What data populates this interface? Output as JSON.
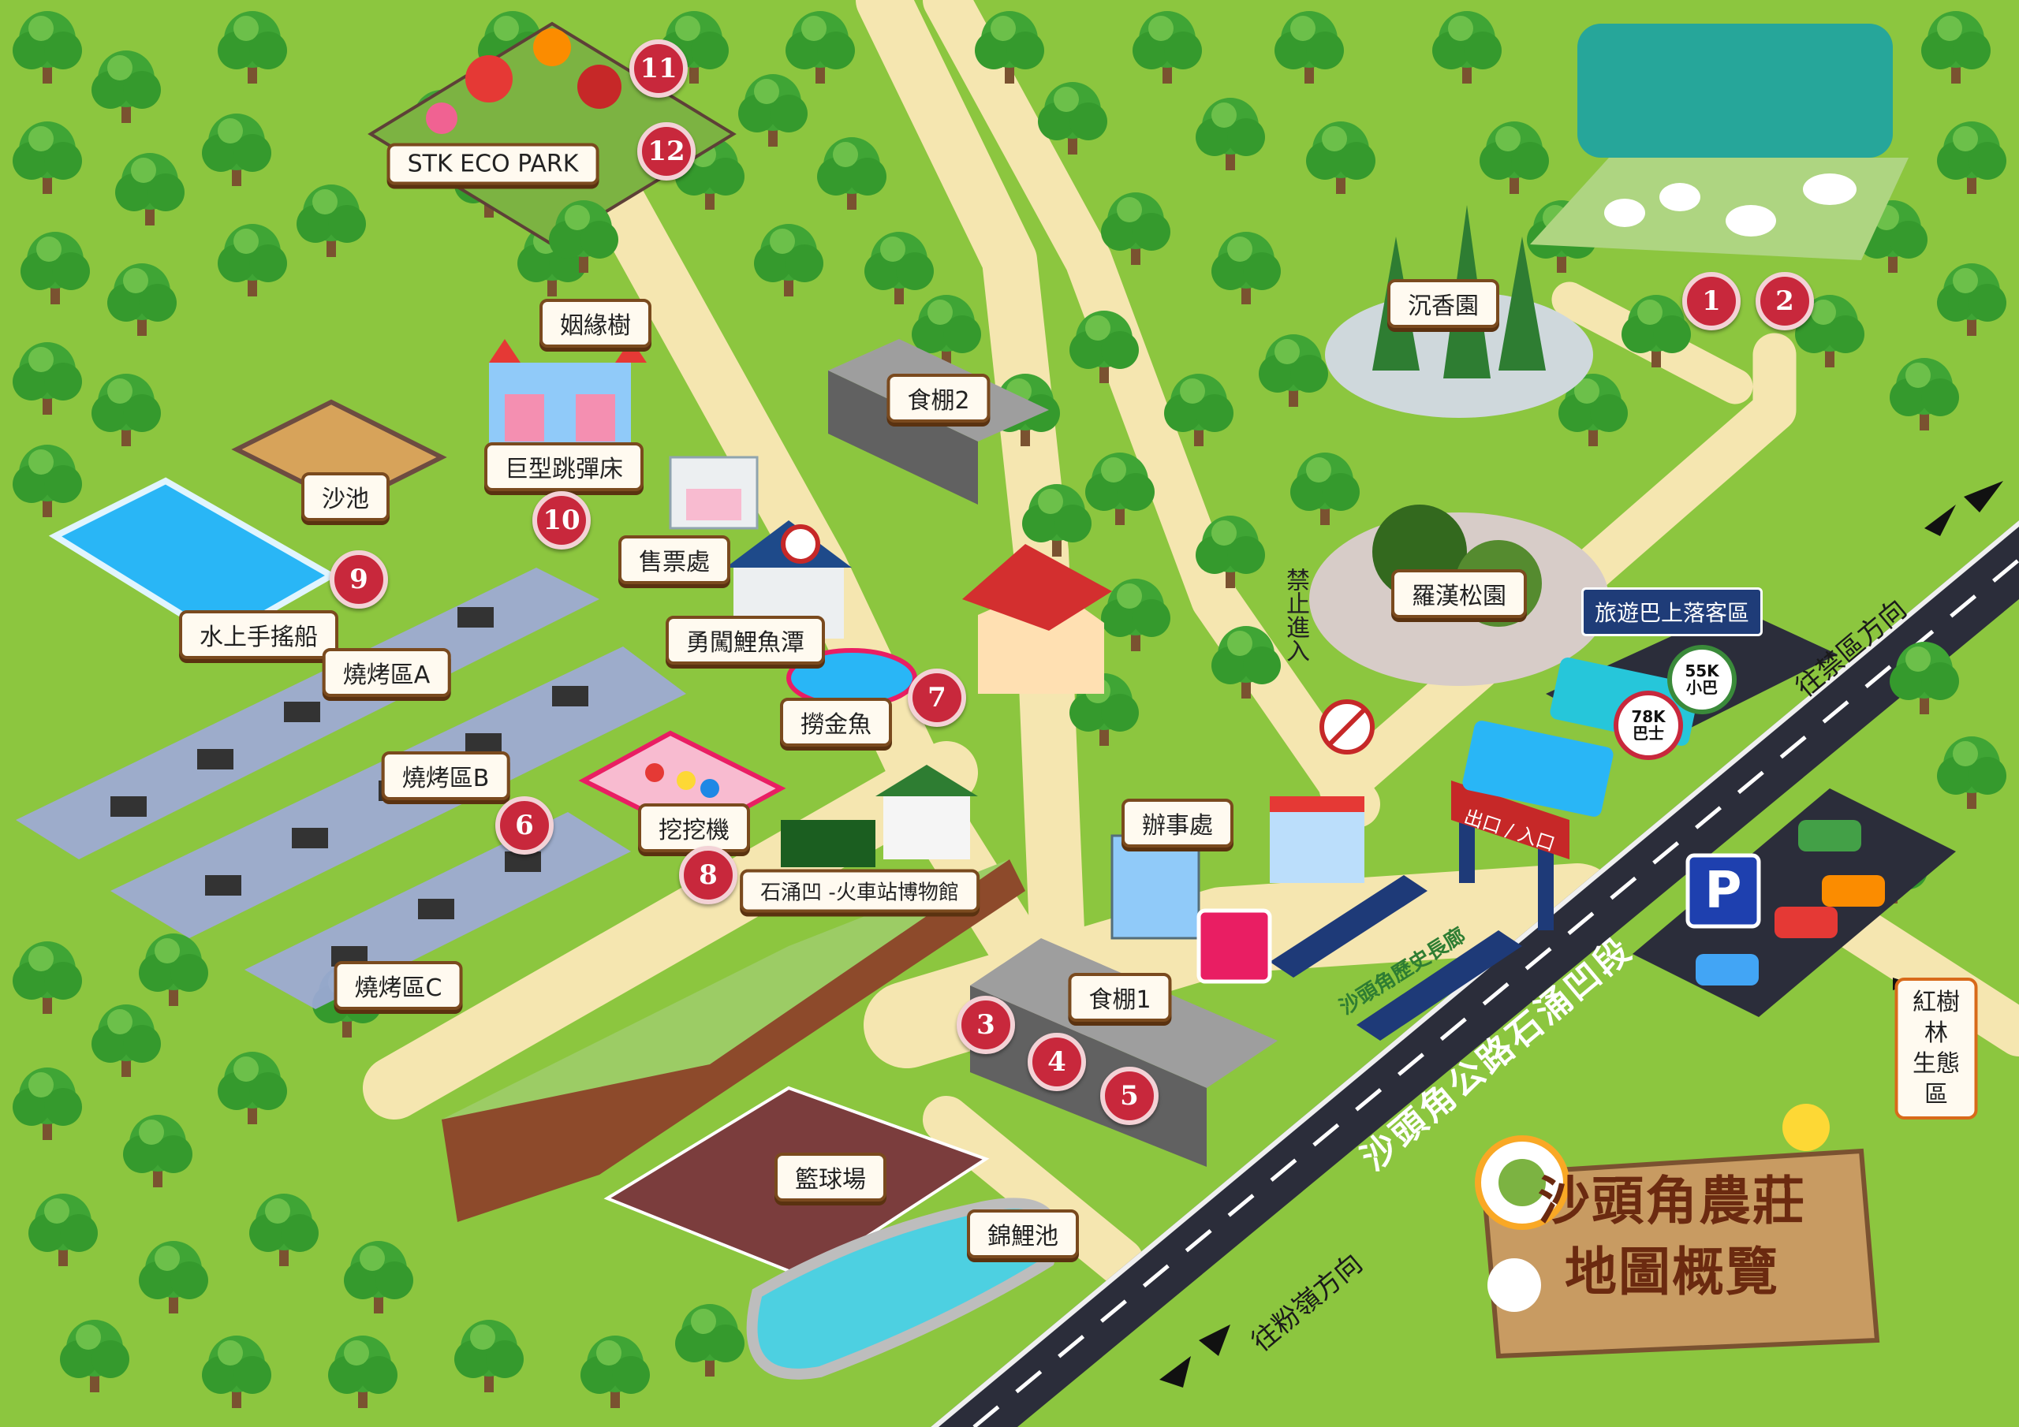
{
  "map": {
    "title_line1": "沙頭角農莊",
    "title_line2": "地圖概覽",
    "road_name": "沙頭角公路石涌凹段",
    "direction_closed_area": "往禁區方向",
    "direction_fanling": "往粉嶺方向",
    "no_entry_text": "禁止進入",
    "gate_text": "出口 / 入口",
    "corridor_text": "沙頭角歷史長廊",
    "bus_dropoff": "旅遊巴上落客區",
    "bus_stop_78k_line1": "78K",
    "bus_stop_78k_line2": "巴士",
    "bus_stop_55k_line1": "55K",
    "bus_stop_55k_line2": "小巴",
    "parking_symbol": "P",
    "mangrove_line1": "紅樹林",
    "mangrove_line2": "生態區"
  },
  "labels": {
    "eco_park": "STK ECO PARK",
    "marriage_tree": "姻緣樹",
    "bouncy_castle": "巨型跳彈床",
    "sandpit": "沙池",
    "water_boat": "水上手搖船",
    "ticket_office": "售票處",
    "carp_pond_game": "勇闖鯉魚潭",
    "goldfish": "撈金魚",
    "bbq_a": "燒烤區A",
    "bbq_b": "燒烤區B",
    "bbq_c": "燒烤區C",
    "excavator": "挖挖機",
    "train_museum": "石涌凹 -火車站博物館",
    "food_shed_2": "食棚2",
    "food_shed_1": "食棚1",
    "office": "辦事處",
    "basketball": "籃球場",
    "koi_pond": "錦鯉池",
    "agarwood": "沉香園",
    "podocarpus": "羅漢松園"
  },
  "badges": [
    "1",
    "2",
    "3",
    "4",
    "5",
    "6",
    "7",
    "8",
    "9",
    "10",
    "11",
    "12"
  ],
  "colors": {
    "grass": "#8cc63f",
    "path": "#f5e6b0",
    "road": "#2b2d3a",
    "badge": "#c8283c",
    "label_border": "#7a4a1e",
    "tree": "#3fa535"
  }
}
